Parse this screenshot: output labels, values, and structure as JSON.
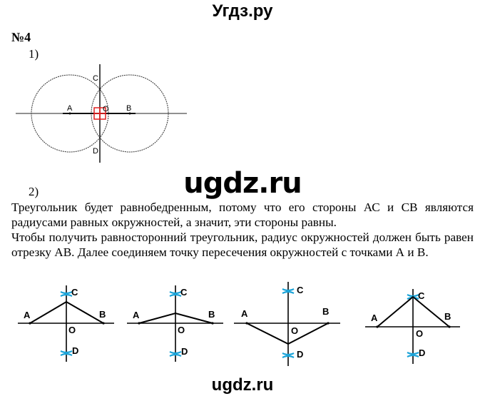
{
  "header": {
    "site_title": "Угдз.ру"
  },
  "task": {
    "number": "№4"
  },
  "part1": {
    "label": "1)",
    "diagram": {
      "points": {
        "A": "A",
        "B": "B",
        "C": "C",
        "D": "D",
        "O": "O"
      },
      "marker_color": "#e02020"
    }
  },
  "watermark_mid": "ugdz.ru",
  "part2": {
    "label": "2)",
    "paragraphs": [
      "Треугольник будет равнобедренным, потому что его стороны АС и СВ являются радиусами равных окружностей, а значит, эти стороны равны.",
      "Чтобы получить равносторонний треугольник, радиус окружностей должен быть равен отрезку АВ. Далее соединяем точку пересечения окружностей с точками А и В."
    ],
    "figures": [
      {
        "labels": {
          "A": "A",
          "B": "B",
          "C": "C",
          "D": "D",
          "O": "O"
        }
      },
      {
        "labels": {
          "A": "A",
          "B": "B",
          "C": "C",
          "D": "D",
          "O": "O"
        }
      },
      {
        "labels": {
          "A": "A",
          "B": "B",
          "C": "C",
          "D": "D",
          "O": "O"
        }
      },
      {
        "labels": {
          "A": "A",
          "B": "B",
          "C": "C",
          "D": "D",
          "O": "O"
        }
      }
    ],
    "arc_mark_color": "#1aa3d8"
  },
  "watermark_bottom": "ugdz.ru"
}
